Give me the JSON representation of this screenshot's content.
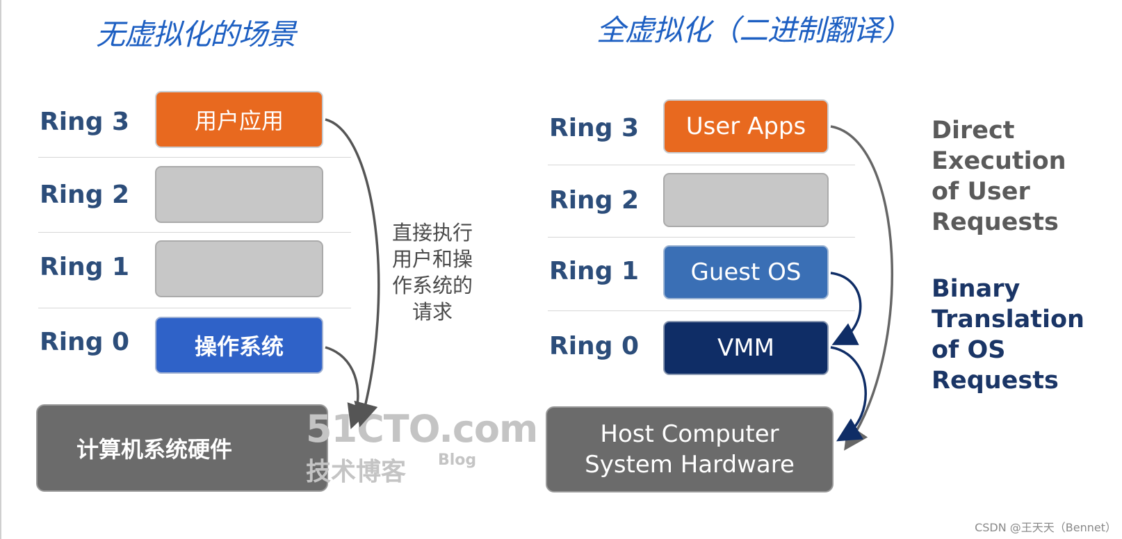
{
  "left": {
    "title": "无虚拟化的场景",
    "rings": [
      "Ring 3",
      "Ring 2",
      "Ring 1",
      "Ring 0"
    ],
    "ring3_box": "用户应用",
    "ring0_box": "操作系统",
    "hardware": "计算机系统硬件",
    "note": [
      "直接执行",
      "用户和操",
      "作系统的",
      "请求"
    ]
  },
  "right": {
    "title": "全虚拟化（二进制翻译）",
    "rings": [
      "Ring 3",
      "Ring 2",
      "Ring 1",
      "Ring 0"
    ],
    "ring3_box": "User Apps",
    "ring1_box": "Guest OS",
    "ring0_box": "VMM",
    "hardware_line1": "Host Computer",
    "hardware_line2": "System Hardware",
    "direct_label": [
      "Direct",
      "Execution",
      "of User",
      "Requests"
    ],
    "binary_label": [
      "Binary",
      "Translation",
      "of OS",
      "Requests"
    ]
  },
  "watermark": {
    "site": "51CTO.com",
    "sub": "技术博客",
    "blog": "Blog"
  },
  "credit": "CSDN @王天天（Bennet）",
  "colors": {
    "title_blue": "#1d5fc2",
    "ring_label": "#2c4d7a",
    "orange": "#e8691f",
    "gray_box": "#c7c7c7",
    "guest_os_blue": "#3a6fb5",
    "vmm_navy": "#0f2d66",
    "os_blue": "#2f62c8",
    "hardware_gray": "#6b6b6b",
    "direct_gray": "#5a5a5a",
    "binary_navy": "#1a3566"
  }
}
